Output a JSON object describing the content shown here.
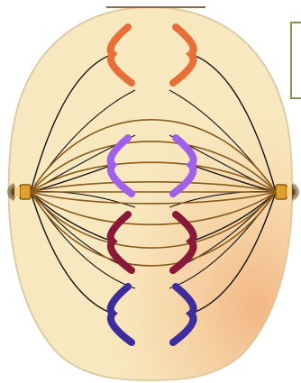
{
  "diagram": {
    "subject": "mitotic-spindle-metaphase",
    "colors": {
      "cell_fill": "#f8e8bf",
      "cell_outline": "#d9cda8",
      "shade": "#f0b080",
      "fiber_dark": "#111111",
      "fiber_brown": "#8a5a1a",
      "centrosome": "#e0a030",
      "chromosome_orange": "#e87038",
      "chromosome_violet": "#a060e8",
      "chromosome_maroon": "#8a1838",
      "chromosome_indigo": "#3e2c9c",
      "label_border": "#7a9a52"
    },
    "chromosome_pairs": [
      {
        "name": "orange-pair",
        "color_key": "chromosome_orange"
      },
      {
        "name": "violet-pair",
        "color_key": "chromosome_violet"
      },
      {
        "name": "maroon-pair",
        "color_key": "chromosome_maroon"
      },
      {
        "name": "indigo-pair",
        "color_key": "chromosome_indigo"
      }
    ],
    "label_box_text": ""
  }
}
